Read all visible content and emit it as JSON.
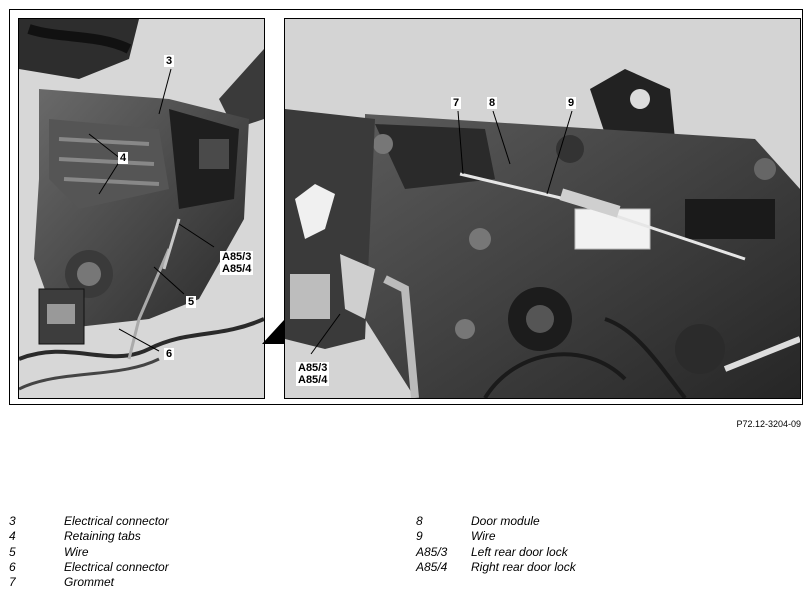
{
  "callouts": {
    "left": {
      "c3": "3",
      "c4": "4",
      "c5": "5",
      "c6": "6",
      "c_a853": "A85/3",
      "c_a854": "A85/4"
    },
    "right": {
      "c7": "7",
      "c8": "8",
      "c9": "9",
      "c_a853": "A85/3",
      "c_a854": "A85/4"
    }
  },
  "figure_reference": "P72.12-3204-09",
  "legend": {
    "left": [
      {
        "num": "3",
        "text": "Electrical connector"
      },
      {
        "num": "4",
        "text": "Retaining tabs"
      },
      {
        "num": "5",
        "text": "Wire"
      },
      {
        "num": "6",
        "text": "Electrical connector"
      },
      {
        "num": "7",
        "text": "Grommet"
      }
    ],
    "right": [
      {
        "num": "8",
        "text": "Door module"
      },
      {
        "num": "9",
        "text": "Wire"
      },
      {
        "num": "A85/3",
        "text": "Left rear door lock"
      },
      {
        "num": "A85/4",
        "text": "Right rear door lock"
      }
    ]
  }
}
